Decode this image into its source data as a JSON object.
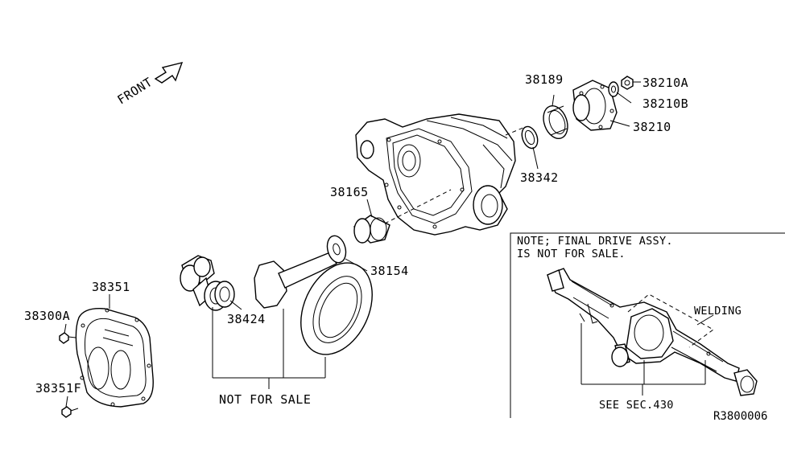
{
  "diagram": {
    "front_label": "FRONT",
    "parts": {
      "p38351": "38351",
      "p38300A": "38300A",
      "p38351F": "38351F",
      "p38424": "38424",
      "p38154": "38154",
      "p38165": "38165",
      "p38342": "38342",
      "p38189": "38189",
      "p38210A": "38210A",
      "p38210B": "38210B",
      "p38210": "38210"
    },
    "not_for_sale": "NOT FOR SALE",
    "note_line1": "NOTE; FINAL DRIVE ASSY.",
    "note_line2": "IS NOT FOR SALE.",
    "welding": "WELDING",
    "see_sec": "SEE SEC.430",
    "ref_code": "R3800006"
  }
}
